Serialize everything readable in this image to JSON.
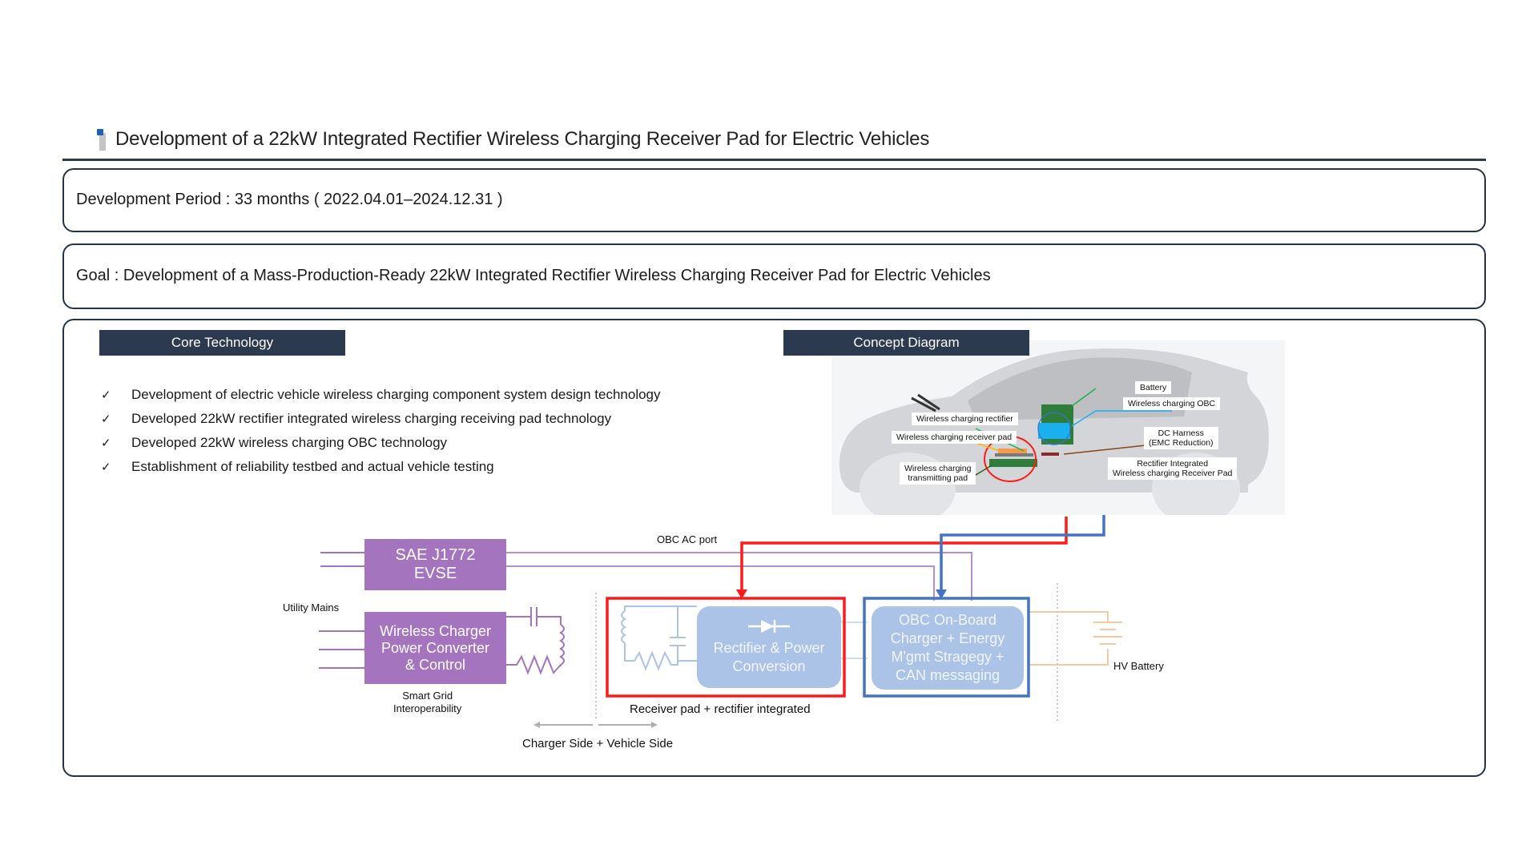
{
  "header": {
    "title": "Development of a 22kW Integrated Rectifier Wireless Charging Receiver Pad for Electric Vehicles",
    "icon": "title-marker-icon"
  },
  "period": {
    "text": "Development Period : 33 months ( 2022.04.01–2024.12.31 )"
  },
  "goal": {
    "text": "Goal : Development of a Mass-Production-Ready 22kW Integrated Rectifier Wireless Charging Receiver Pad for Electric Vehicles"
  },
  "core_technology": {
    "header": "Core Technology",
    "check_glyph": "✓",
    "items": [
      "Development of electric vehicle wireless charging component system design technology",
      "Developed 22kW rectifier integrated wireless charging receiving pad technology",
      "Developed 22kW wireless charging OBC technology",
      "Establishment of reliability testbed and actual vehicle testing"
    ]
  },
  "concept_diagram": {
    "header": "Concept Diagram",
    "callouts": {
      "battery": "Battery",
      "obc": "Wireless charging OBC",
      "rectifier": "Wireless charging rectifier",
      "receiver_pad": "Wireless charging receiver pad",
      "dc_harness_1": "DC Harness",
      "dc_harness_2": "(EMC Reduction)",
      "transmitting_pad_1": "Wireless charging",
      "transmitting_pad_2": "transmitting pad",
      "integrated_1": "Rectifier Integrated",
      "integrated_2": "Wireless charging Receiver Pad"
    }
  },
  "block_diagram": {
    "evse_1": "SAE J1772",
    "evse_2": "EVSE",
    "charger_1": "Wireless Charger",
    "charger_2": "Power Converter",
    "charger_3": "& Control",
    "rectifier_1": "Rectifier & Power",
    "rectifier_2": "Conversion",
    "obc_1": "OBC On-Board",
    "obc_2": "Charger + Energy",
    "obc_3": "M'gmt Stragegy +",
    "obc_4": "CAN messaging",
    "utility_mains": "Utility Mains",
    "smart_grid_1": "Smart Grid",
    "smart_grid_2": "Interoperability",
    "obc_ac_port": "OBC AC port",
    "receiver_integrated": "Receiver pad + rectifier integrated",
    "hv_battery": "HV Battery",
    "sides": "Charger Side + Vehicle Side"
  },
  "colors": {
    "navy": "#2b3a4f",
    "purple": "#a574bf",
    "light_blue": "#aac3e6",
    "red_highlight": "#ff1a1a",
    "blue_highlight": "#4472c4"
  }
}
